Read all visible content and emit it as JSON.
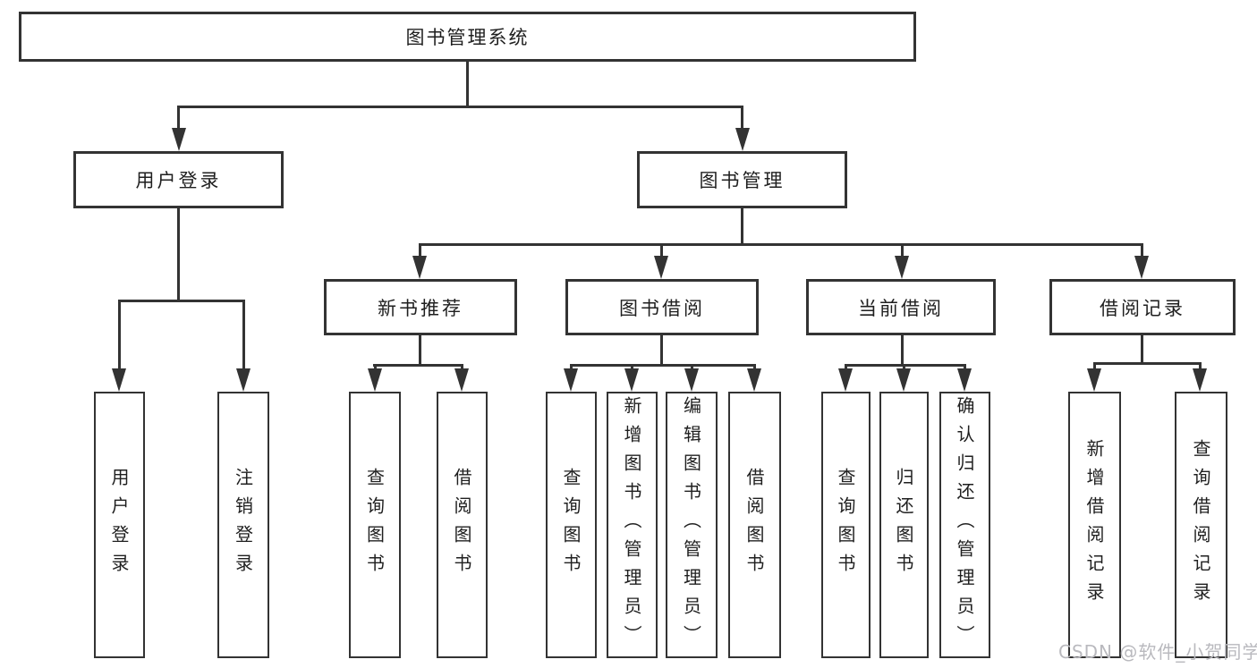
{
  "diagram": {
    "root": {
      "label": "图书管理系统"
    },
    "level2": [
      {
        "label": "用户登录"
      },
      {
        "label": "图书管理"
      }
    ],
    "level3": [
      {
        "label": "新书推荐"
      },
      {
        "label": "图书借阅"
      },
      {
        "label": "当前借阅"
      },
      {
        "label": "借阅记录"
      }
    ],
    "leaves": [
      {
        "label": "用户登录"
      },
      {
        "label": "注销登录"
      },
      {
        "label": "查询图书"
      },
      {
        "label": "借阅图书"
      },
      {
        "label": "查询图书"
      },
      {
        "label": "新增图书（管理员）"
      },
      {
        "label": "编辑图书（管理员）"
      },
      {
        "label": "借阅图书"
      },
      {
        "label": "查询图书"
      },
      {
        "label": "归还图书"
      },
      {
        "label": "确认归还（管理员）"
      },
      {
        "label": "新增借阅记录"
      },
      {
        "label": "查询借阅记录"
      }
    ]
  },
  "watermark": {
    "text": "CSDN @软件_小贺同学"
  },
  "colors": {
    "line": "#333333",
    "box_border": "#333333",
    "text": "#1f1f1f",
    "background": "#ffffff",
    "watermark": "#b9b9be"
  }
}
